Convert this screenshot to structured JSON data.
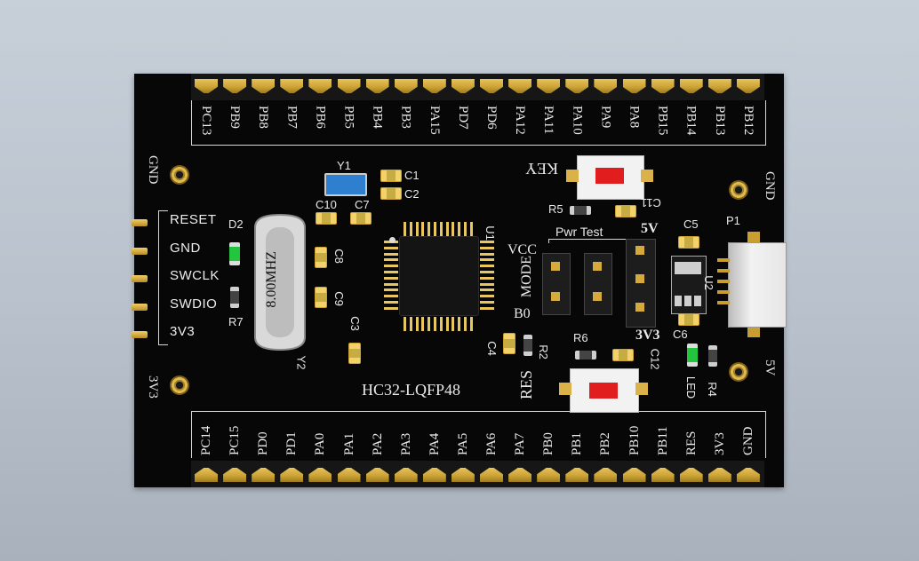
{
  "board": {
    "top_pins": [
      "PC13",
      "PB9",
      "PB8",
      "PB7",
      "PB6",
      "PB5",
      "PB4",
      "PB3",
      "PA15",
      "PD7",
      "PD6",
      "PA12",
      "PA11",
      "PA10",
      "PA9",
      "PA8",
      "PB15",
      "PB14",
      "PB13",
      "PB12"
    ],
    "bottom_pins": [
      "PC14",
      "PC15",
      "PD0",
      "PD1",
      "PA0",
      "PA1",
      "PA2",
      "PA3",
      "PA4",
      "PA5",
      "PA6",
      "PA7",
      "PB0",
      "PB1",
      "PB2",
      "PB10",
      "PB11",
      "RES",
      "3V3",
      "GND"
    ],
    "swd_pins": [
      "RESET",
      "GND",
      "SWCLK",
      "SWDIO",
      "3V3"
    ],
    "corner_gnd_left": "GND",
    "corner_3v3_left": "3V3",
    "corner_gnd_right": "GND",
    "corner_5v_right": "5V",
    "crystal_label": "8.00MHZ",
    "chip_label": "HC32-LQFP48",
    "key_label": "KEY",
    "res_label": "RES",
    "jumper_labels": {
      "vcc": "VCC",
      "mode": "MODE",
      "b0": "B0",
      "pwr_test": "Pwr Test",
      "v5": "5V",
      "v33": "3V3"
    },
    "refs": {
      "y1": "Y1",
      "y2": "Y2",
      "u1": "U1",
      "u2": "U2",
      "p1": "P1",
      "d2": "D2",
      "r7": "R7",
      "c1": "C1",
      "c2": "C2",
      "c3": "C3",
      "c4": "C4",
      "c5": "C5",
      "c6": "C6",
      "c7": "C7",
      "c8": "C8",
      "c9": "C9",
      "c10": "C10",
      "c11": "C11",
      "c12": "C12",
      "r2": "R2",
      "r4": "R4",
      "r5": "R5",
      "r6": "R6",
      "led": "LED"
    }
  }
}
